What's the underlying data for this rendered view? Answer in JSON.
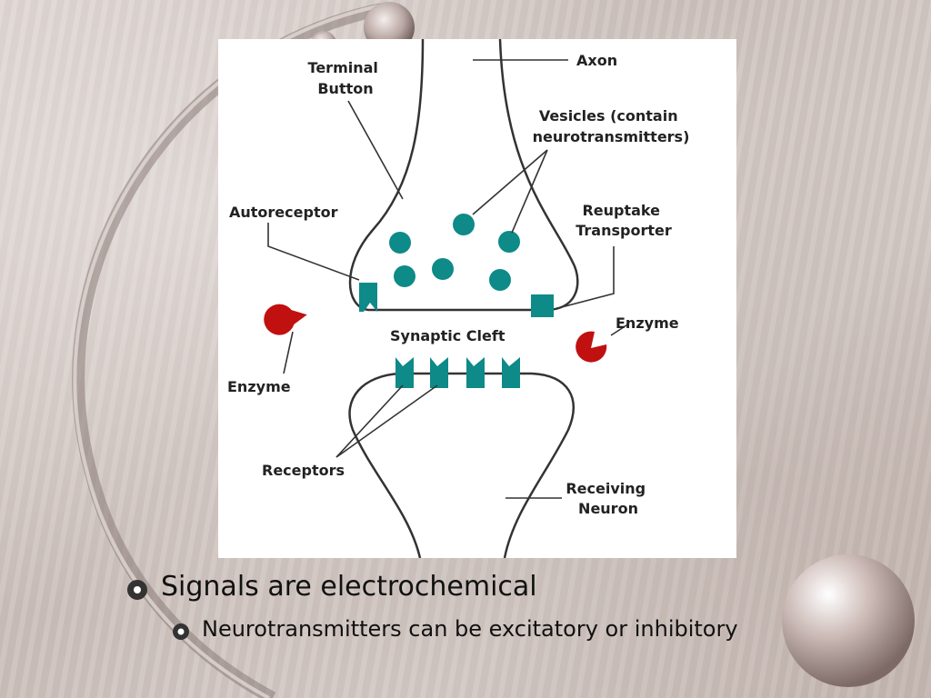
{
  "diagram": {
    "labels": {
      "terminal_button": [
        "Terminal",
        "Button"
      ],
      "axon": "Axon",
      "vesicles": [
        "Vesicles (contain",
        "neurotransmitters)"
      ],
      "autoreceptor": "Autoreceptor",
      "reuptake_transporter": [
        "Reuptake",
        "Transporter"
      ],
      "enzyme_left": "Enzyme",
      "enzyme_right": "Enzyme",
      "synaptic_cleft": "Synaptic Cleft",
      "receptors": "Receptors",
      "receiving_neuron": [
        "Receiving",
        "Neuron"
      ]
    },
    "colors": {
      "vesicle": "#0e8a88",
      "receptor": "#0e8a88",
      "enzyme": "#c01010",
      "outline": "#333333"
    }
  },
  "bullets": {
    "level1": "Signals are electrochemical",
    "level2": "Neurotransmitters can be excitatory or inhibitory"
  }
}
